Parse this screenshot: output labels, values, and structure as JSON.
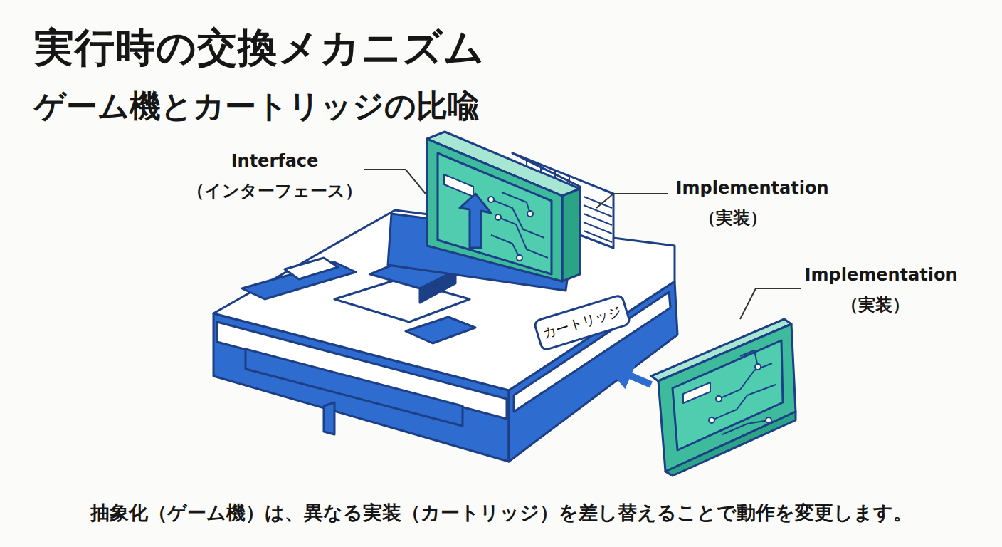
{
  "diagram": {
    "title": "実行時の交換メカニズム",
    "caption": "抽象化（ゲーム機）は、異なる実装（カートリッジ）を差し替えることで動作を変更します。",
    "nodes": [
      {
        "text": [
          "カートリッジ"
        ]
      }
    ],
    "labels": [
      "ゲーム機とカートリッジの比喩",
      "Interface",
      "（インターフェース）",
      "Implementation",
      "（実装）",
      "Implementation",
      "（実装）"
    ]
  }
}
